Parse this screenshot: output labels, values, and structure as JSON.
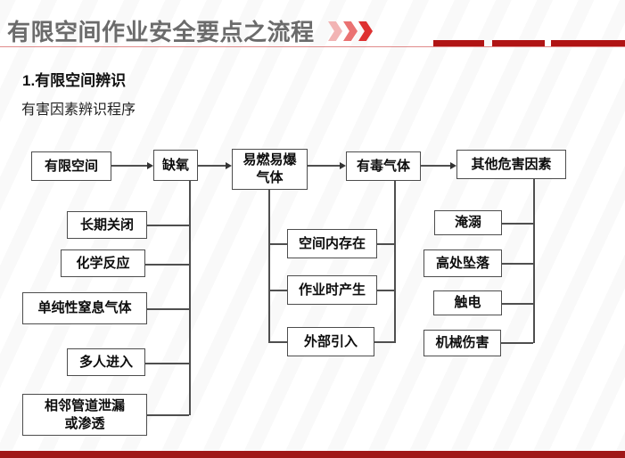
{
  "header": {
    "title": "有限空间作业安全要点之流程",
    "chevrons_icon": "triple-chevron-right",
    "accent_red": "#de3131",
    "dash_red": "#b01414"
  },
  "section": {
    "heading": "1.有限空间辨识",
    "subheading": "有害因素辨识程序"
  },
  "flowchart": {
    "top_row": [
      {
        "label": "有限空间"
      },
      {
        "label": "缺氧"
      },
      {
        "label": "易燃易爆\n气体"
      },
      {
        "label": "有毒气体"
      },
      {
        "label": "其他危害因素"
      }
    ],
    "oxygen_causes": [
      {
        "label": "长期关闭"
      },
      {
        "label": "化学反应"
      },
      {
        "label": "单纯性窒息气体"
      },
      {
        "label": "多人进入"
      },
      {
        "label": "相邻管道泄漏\n或渗透"
      }
    ],
    "gas_sources": [
      {
        "label": "空间内存在"
      },
      {
        "label": "作业时产生"
      },
      {
        "label": "外部引入"
      }
    ],
    "other_hazards": [
      {
        "label": "淹溺"
      },
      {
        "label": "高处坠落"
      },
      {
        "label": "触电"
      },
      {
        "label": "机械伤害"
      }
    ]
  },
  "colors": {
    "title_gray": "#6b6b6b",
    "box_border": "#4d4d4d",
    "bottom_bar_red": "#a01818"
  }
}
